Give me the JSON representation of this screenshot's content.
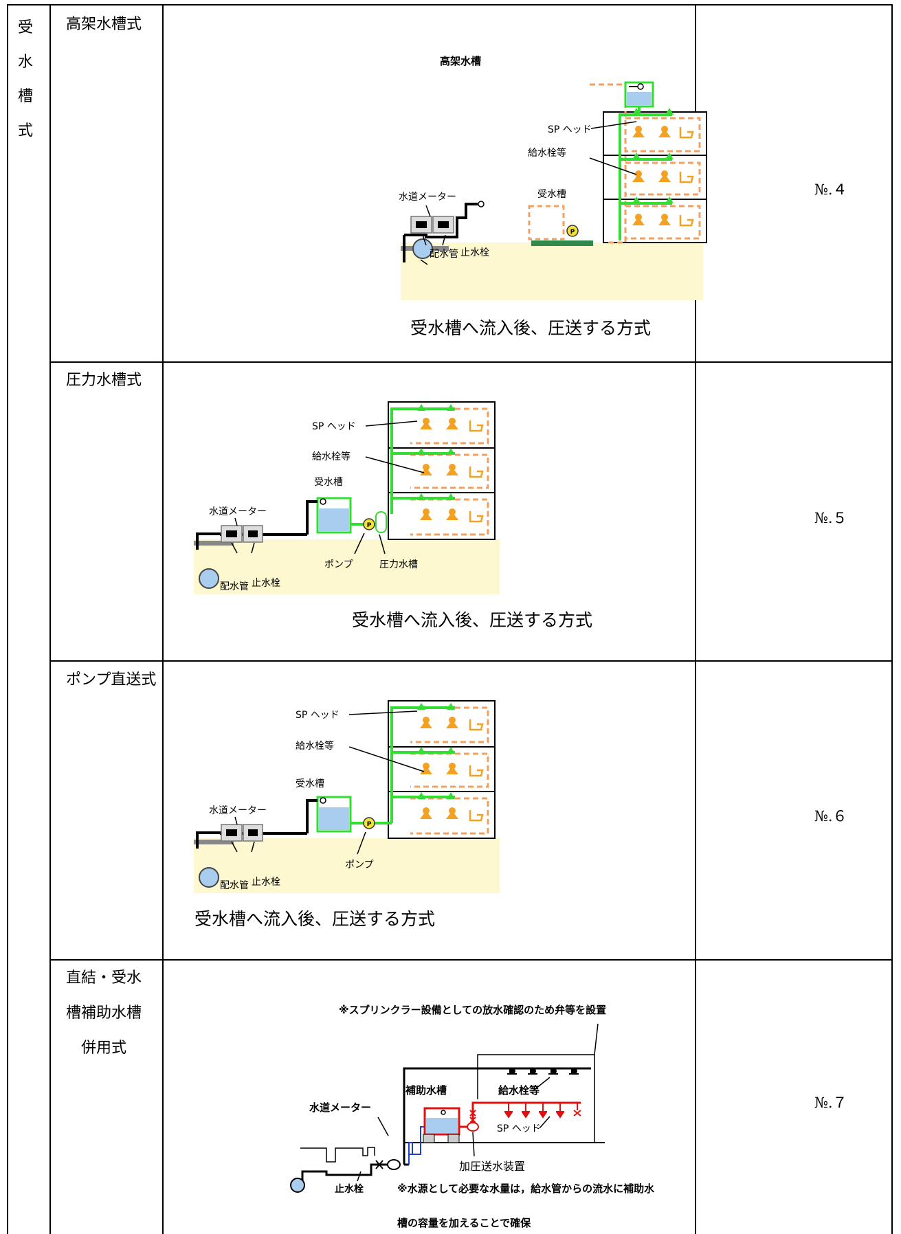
{
  "category": [
    "受",
    "水",
    "槽",
    "式"
  ],
  "rows": [
    {
      "name": "高架水槽式",
      "number": "№.４",
      "caption": "受水槽へ流入後、圧送する方式",
      "diagram": {
        "top_label": "高架水槽",
        "sp_head": "SP ヘッド",
        "faucet": "給水栓等",
        "tank": "受水槽",
        "meter": "水道メーター",
        "main_pipe": "配水管",
        "stop_valve": "止水栓"
      }
    },
    {
      "name": "圧力水槽式",
      "number": "№.５",
      "caption": "受水槽へ流入後、圧送する方式",
      "diagram": {
        "sp_head": "SP ヘッド",
        "faucet": "給水栓等",
        "tank": "受水槽",
        "meter": "水道メーター",
        "main_pipe": "配水管",
        "stop_valve": "止水栓",
        "pump": "ポンプ",
        "pressure_tank": "圧力水槽"
      }
    },
    {
      "name": "ポンプ直送式",
      "number": "№.６",
      "caption": "受水槽へ流入後、圧送する方式",
      "diagram": {
        "sp_head": "SP ヘッド",
        "faucet": "給水栓等",
        "tank": "受水槽",
        "meter": "水道メーター",
        "main_pipe": "配水管",
        "stop_valve": "止水栓",
        "pump": "ポンプ"
      }
    },
    {
      "name_lines": [
        "直結・受水",
        "槽補助水槽",
        "併用式"
      ],
      "number": "№.７",
      "diagram": {
        "note_top": "※スプリンクラー設備としての放水確認のため弁等を設置",
        "aux_tank": "補助水槽",
        "faucet": "給水栓等",
        "meter": "水道メーター",
        "sp_head": "SP ヘッド",
        "booster": "加圧送水装置",
        "stop_valve": "止水栓",
        "note_bottom_1": "※水源として必要な水量は，給水管からの流水に補助水",
        "note_bottom_2": "槽の容量を加えることで確保"
      }
    }
  ],
  "colors": {
    "ground": "#fdf8cf",
    "green_pipe": "#33dd33",
    "orange_dash": "#f0a060",
    "tank_water": "#a9cdee",
    "pump_yellow": "#f2e23a",
    "red_pipe": "#e01010",
    "blue_pipe": "#2040c0"
  }
}
